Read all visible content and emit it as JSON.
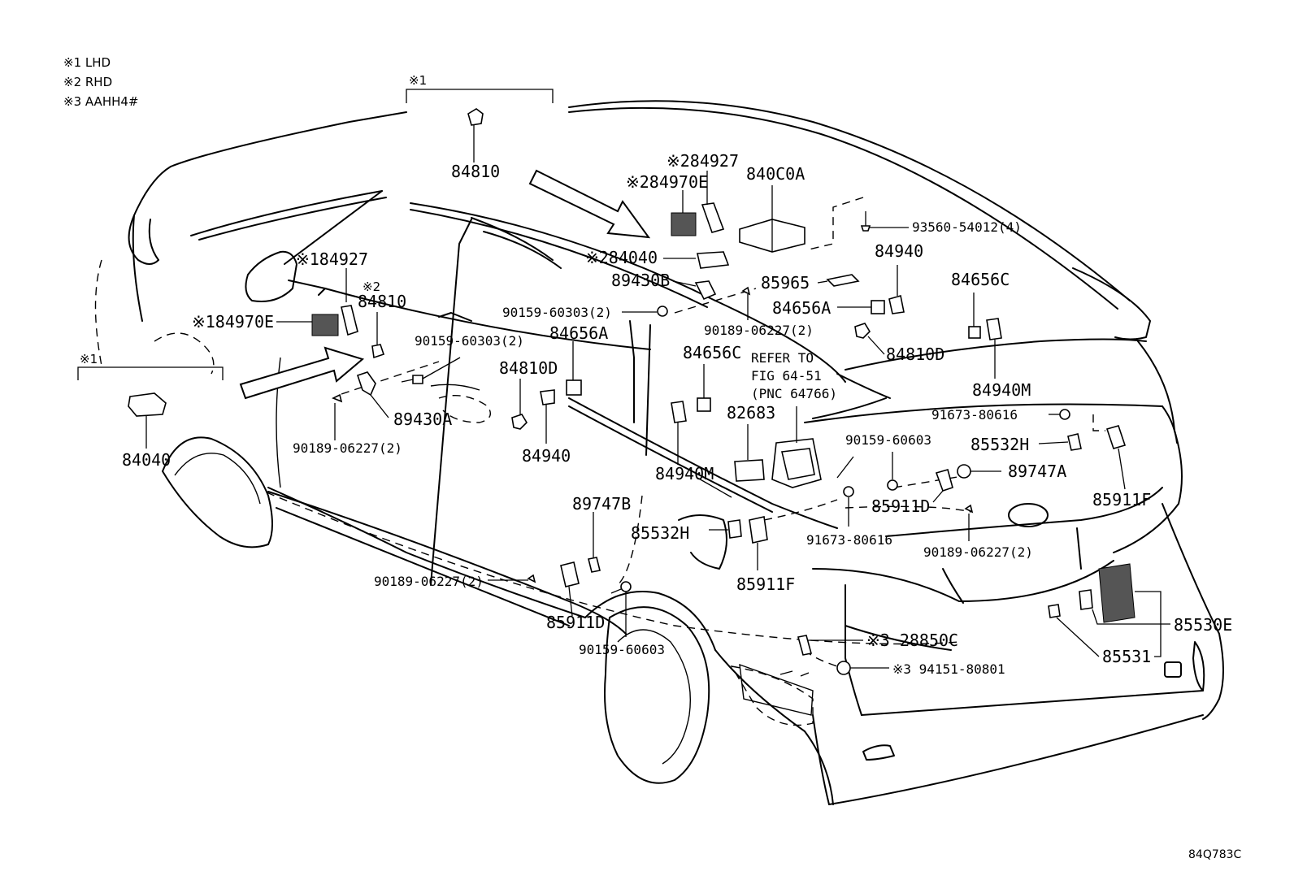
{
  "legend": {
    "notes": [
      "※1 LHD",
      "※2 RHD",
      "※3 AAHH4#"
    ],
    "bracket_marker_1": "※1",
    "bracket_marker_2": "※1"
  },
  "callouts": {
    "p84810_top": "84810",
    "p84040_left": "84040",
    "p84927_lhd": "※184927",
    "p84970E_lhd": "※184970E",
    "p84810_rhd_mark": "※2",
    "p84810_rhd": "84810",
    "p90159_60303_left": "90159-60303(2)",
    "p89430A": "89430A",
    "p90189_06227_left": "90189-06227(2)",
    "p84810D_mid": "84810D",
    "p84656A_mid": "84656A",
    "p84940_mid": "84940",
    "p84927_rhd": "※284927",
    "p84970E_rhd": "※284970E",
    "p840C0A": "840C0A",
    "p84040_rhd": "※284040",
    "p89430B": "89430B",
    "p90159_60303_mid": "90159-60303(2)",
    "p93560_54012": "93560-54012(4)",
    "p84940_right": "84940",
    "p85965": "85965",
    "p84656A_right": "84656A",
    "p90189_06227_mid": "90189-06227(2)",
    "p84656C_right": "84656C",
    "p84656C_mid": "84656C",
    "refer_line1": "REFER TO",
    "refer_line2": "FIG 64-51",
    "refer_line3": "(PNC 64766)",
    "p84810D_right": "84810D",
    "p84940M_right": "84940M",
    "p82683": "82683",
    "p91673_80616_right": "91673-80616",
    "p90159_60603_right": "90159-60603",
    "p85532H_right": "85532H",
    "p84940M_mid": "84940M",
    "p89747A": "89747A",
    "p85911D_right": "85911D",
    "p85911F_right": "85911F",
    "p89747B": "89747B",
    "p85532H_mid": "85532H",
    "p91673_80616_mid": "91673-80616",
    "p90189_06227_right": "90189-06227(2)",
    "p90189_06227_low": "90189-06227(2)",
    "p85911F_mid": "85911F",
    "p85911D_low": "85911D",
    "p90159_60603_low": "90159-60603",
    "p28850C": "※3 28850C",
    "p85530E": "85530E",
    "p94151_80801": "※3 94151-80801",
    "p85531": "85531"
  },
  "figure_code": "84Q783C"
}
